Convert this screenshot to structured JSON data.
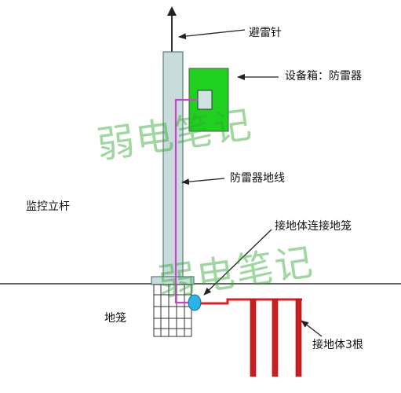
{
  "labels": {
    "lightning_rod": "避雷针",
    "equipment_box": "设备箱：防雷器",
    "surge_ground_wire": "防雷器地线",
    "monitoring_pole": "监控立杆",
    "grounding_link": "接地体连接地笼",
    "ground_cage": "地笼",
    "ground_rods": "接地体3根"
  },
  "watermark": {
    "text_1": "弱电笔记",
    "text_2": "弱电笔记"
  },
  "colors": {
    "pole_fill": "#c8dcdc",
    "pole_stroke": "#5a7a82",
    "box_fill": "#1fd01f",
    "surge_unit_fill": "#cfe3e3",
    "ground_wire": "#d040d0",
    "ground_link": "#e02020",
    "rods": "#c82020",
    "connector": "#28b4e6",
    "arrow": "#222222",
    "ground_line": "#333333"
  }
}
